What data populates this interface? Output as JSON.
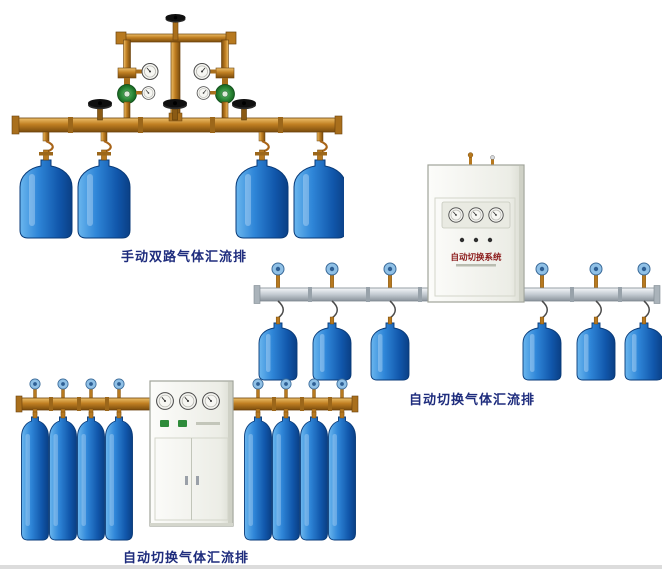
{
  "page": {
    "background": "#ffffff"
  },
  "products": [
    {
      "caption": "手动双路气体汇流排"
    },
    {
      "caption": "自动切换气体汇流排"
    },
    {
      "caption": "自动切换气体汇流排"
    }
  ],
  "cabinet": {
    "label": "自动切换系统"
  },
  "colors": {
    "caption_text": "#1e2c7d",
    "brass_pipe": "#c07f22",
    "cylinder_blue": "#1565c0",
    "manifold_silver": "#c3cad1",
    "cabinet_white": "#f2f3ee",
    "regulator_green": "#2e8b3a",
    "knob_blue": "#8fc0e6",
    "cabinet_label_red": "#8b1a1a"
  }
}
